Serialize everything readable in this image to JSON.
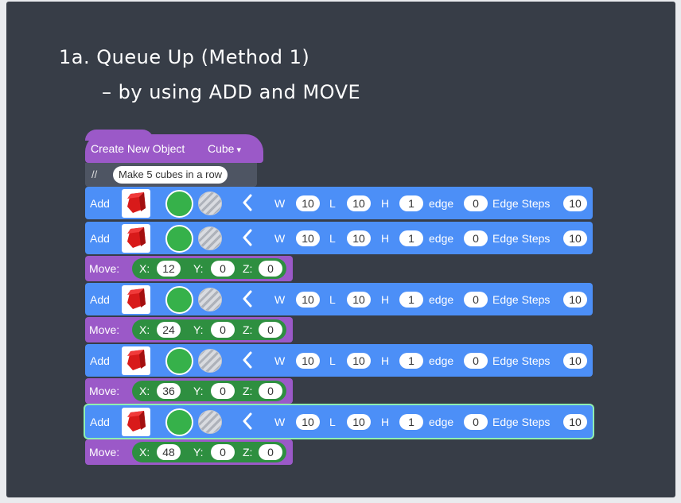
{
  "slide": {
    "title": "1a. Queue Up (Method 1)",
    "subtitle": "– by using ADD and MOVE"
  },
  "colors": {
    "slide_bg": "#373d47",
    "hat_block": "#9b59c8",
    "add_block": "#4c8ff7",
    "vector_block": "#2e8f40",
    "comment_block": "#4e5563",
    "shape_color": "#36b14a",
    "selection_outline": "#8ef0b0"
  },
  "program": {
    "hat": {
      "label": "Create New Object",
      "shape": "Cube"
    },
    "comment": {
      "marker": "//",
      "text": "Make 5 cubes in a row"
    },
    "add_labels": {
      "block": "Add",
      "w": "W",
      "l": "L",
      "h": "H",
      "edge": "edge",
      "edge_steps": "Edge Steps"
    },
    "move_labels": {
      "block": "Move:",
      "x": "X:",
      "y": "Y:",
      "z": "Z:"
    },
    "adds": [
      {
        "w": "10",
        "l": "10",
        "h": "1",
        "edge": "0",
        "edge_steps": "10"
      },
      {
        "w": "10",
        "l": "10",
        "h": "1",
        "edge": "0",
        "edge_steps": "10"
      },
      {
        "w": "10",
        "l": "10",
        "h": "1",
        "edge": "0",
        "edge_steps": "10"
      },
      {
        "w": "10",
        "l": "10",
        "h": "1",
        "edge": "0",
        "edge_steps": "10"
      },
      {
        "w": "10",
        "l": "10",
        "h": "1",
        "edge": "0",
        "edge_steps": "10"
      }
    ],
    "moves": [
      {
        "x": "12",
        "y": "0",
        "z": "0"
      },
      {
        "x": "24",
        "y": "0",
        "z": "0"
      },
      {
        "x": "36",
        "y": "0",
        "z": "0"
      },
      {
        "x": "48",
        "y": "0",
        "z": "0"
      }
    ],
    "icons": {
      "shape_preview": "red-cube-icon",
      "color": "green-circle",
      "texture": "striped-texture-circle",
      "collapse": "chevron-left-icon"
    }
  }
}
